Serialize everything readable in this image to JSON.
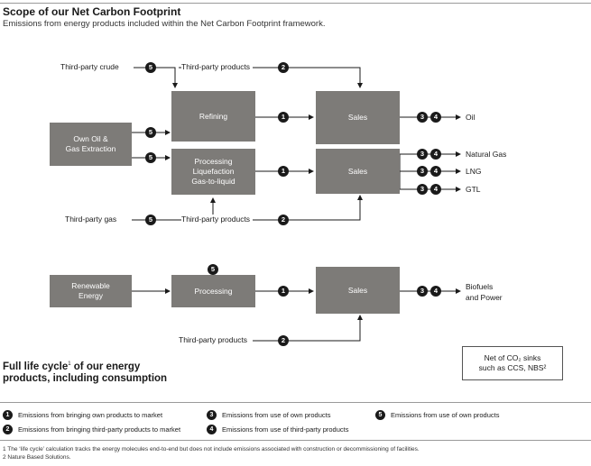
{
  "title": "Scope of our Net Carbon Footprint",
  "subtitle": "Emissions from energy products included within the Net Carbon Footprint framework.",
  "boxes": {
    "own_oil_gas": "Own Oil &\nGas Extraction",
    "refining": "Refining",
    "processing_top": "Processing\nLiquefaction\nGas-to-liquid",
    "sales_oil": "Sales",
    "sales_gas": "Sales",
    "renewable": "Renewable\nEnergy",
    "processing_bottom": "Processing",
    "sales_bottom": "Sales"
  },
  "inputs": {
    "third_party_crude": "Third-party crude",
    "third_party_products_top": "Third-party products",
    "third_party_gas": "Third-party gas",
    "third_party_products_mid": "Third-party products",
    "third_party_products_bottom": "Third-party products"
  },
  "outputs": {
    "oil": "Oil",
    "natural_gas": "Natural Gas",
    "lng": "LNG",
    "gtl": "GTL",
    "biofuels": "Biofuels\nand Power"
  },
  "badges": {
    "b1": "1",
    "b2": "2",
    "b3": "3",
    "b4": "4",
    "b5": "5"
  },
  "lifecycle": {
    "text": "Full life cycle",
    "sup": "1",
    "rest": " of our energy products, including consumption"
  },
  "sinks": {
    "line1": "Net of CO₂ sinks",
    "line2": "such as CCS, NBS²"
  },
  "legend": [
    {
      "num": "1",
      "text": "Emissions from bringing own products to market"
    },
    {
      "num": "2",
      "text": "Emissions from bringing third-party products to market"
    },
    {
      "num": "3",
      "text": "Emissions from use of own products"
    },
    {
      "num": "4",
      "text": "Emissions from use of third-party products"
    },
    {
      "num": "5",
      "text": "Emissions from use of own products"
    }
  ],
  "footnotes": {
    "f1": "1 The ‘life cycle’ calculation tracks the energy molecules end-to-end but does not include emissions associated with construction or decommissioning of facilities.",
    "f2": "2 Nature Based Solutions."
  },
  "colors": {
    "box": "#7d7b78",
    "badge": "#1a1a1a",
    "line": "#1a1a1a"
  }
}
